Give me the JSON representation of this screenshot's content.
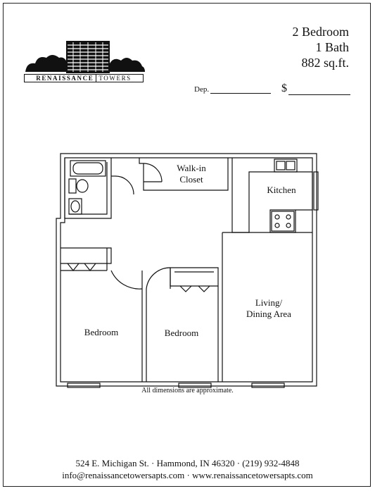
{
  "brand": {
    "name_part1": "RENAISSANCE",
    "name_part2": "TOWERS"
  },
  "unit": {
    "bedrooms": "2 Bedroom",
    "bathrooms": "1 Bath",
    "area": "882 sq.ft."
  },
  "form": {
    "deposit_label": "Dep.",
    "price_symbol": "$"
  },
  "rooms": {
    "walkin_closet": "Walk-in Closet",
    "kitchen": "Kitchen",
    "living_line1": "Living/",
    "living_line2": "Dining Area",
    "bedroom_1": "Bedroom",
    "bedroom_2": "Bedroom"
  },
  "note": "All dimensions are approximate.",
  "footer": {
    "address_line": "524 E. Michigan St. · Hammond, IN 46320 · (219) 932-4848",
    "contact_line": "info@renaissancetowersapts.com · www.renaissancetowersapts.com"
  }
}
